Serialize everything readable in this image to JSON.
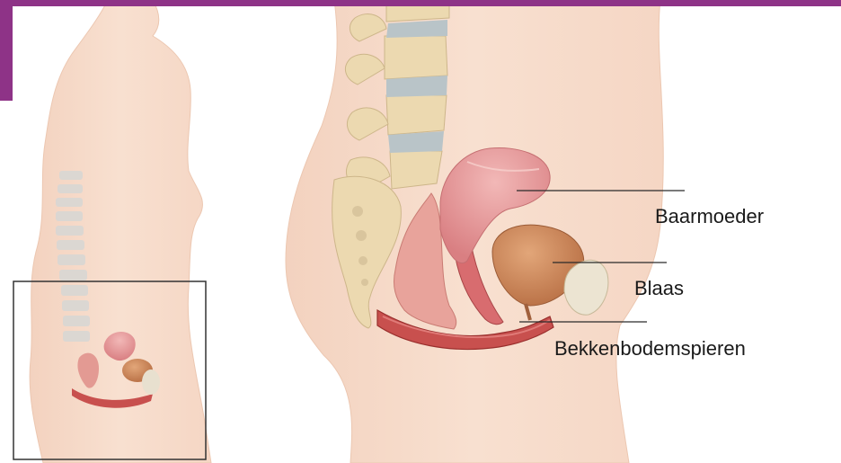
{
  "labels": {
    "uterus": "Baarmoeder",
    "bladder": "Blaas",
    "pelvic_floor": "Bekkenbodemspieren"
  },
  "colors": {
    "accent": "#8e3387",
    "skin": "#f7dccb",
    "muscle": "#c8504e",
    "bladder": "#c9875a",
    "uterus": "#e49a9c",
    "bone": "#ecd9b0",
    "disc": "#b9c4c8"
  }
}
